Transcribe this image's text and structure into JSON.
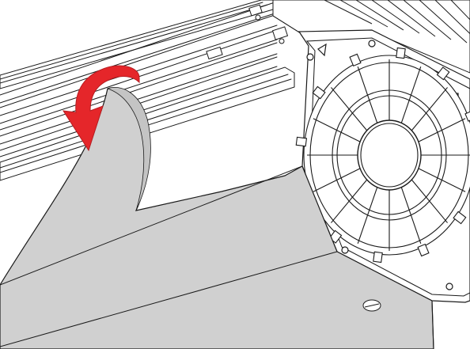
{
  "diagram": {
    "kind": "technical-line-illustration",
    "parts": {
      "frame": "rail-frame",
      "panel": "hexagonal-end-panel",
      "fan": "fan-grille",
      "media": "curling-media-sheet",
      "arrow": "curved-arrow-icon",
      "screw": "slotted-screw-icon"
    },
    "colors": {
      "line": "#1a1a1a",
      "media_fill": "#d0d0d0",
      "media_shade": "#c4c4c4",
      "arrow_fill": "#e5262a",
      "arrow_edge": "#b51c20",
      "background": "#ffffff"
    }
  }
}
